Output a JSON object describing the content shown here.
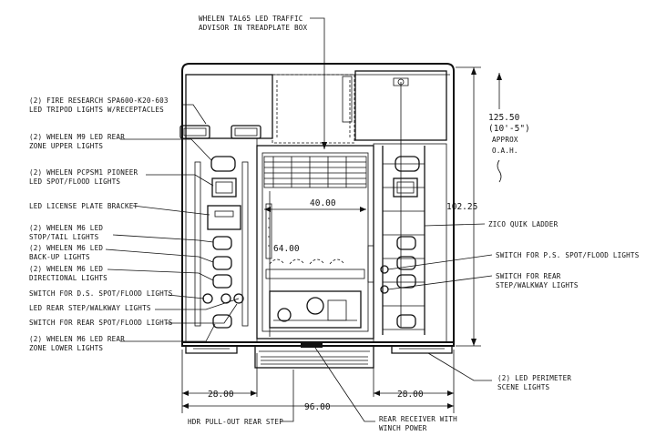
{
  "callouts": {
    "traffic_advisor": [
      "WHELEN TAL65 LED TRAFFIC",
      "ADVISOR IN TREADPLATE BOX"
    ],
    "tripod_lights": [
      "(2) FIRE RESEARCH SPA600-K20-603",
      "LED TRIPOD LIGHTS W/RECEPTACLES"
    ],
    "rear_zone_upper": [
      "(2) WHELEN M9 LED REAR",
      "ZONE UPPER LIGHTS"
    ],
    "pioneer_lights": [
      "(2) WHELEN PCPSM1 PIONEER",
      "LED SPOT/FLOOD LIGHTS"
    ],
    "license_bracket": [
      "LED LICENSE PLATE BRACKET"
    ],
    "stop_tail": [
      "(2) WHELEN M6 LED",
      "STOP/TAIL LIGHTS"
    ],
    "backup": [
      "(2) WHELEN M6 LED",
      "BACK-UP LIGHTS"
    ],
    "directional": [
      "(2) WHELEN M6 LED",
      "DIRECTIONAL LIGHTS"
    ],
    "switch_ds": [
      "SWITCH FOR D.S. SPOT/FLOOD LIGHTS"
    ],
    "rear_step_walkway": [
      "LED REAR STEP/WALKWAY LIGHTS"
    ],
    "switch_rear_spot": [
      "SWITCH FOR REAR SPOT/FLOOD LIGHTS"
    ],
    "rear_zone_lower": [
      "(2) WHELEN M6 LED REAR",
      "ZONE LOWER LIGHTS"
    ],
    "zico_ladder": [
      "ZICO QUIK LADDER"
    ],
    "switch_ps": [
      "SWITCH FOR P.S. SPOT/FLOOD LIGHTS"
    ],
    "switch_rear_step": [
      "SWITCH FOR REAR",
      "STEP/WALKWAY LIGHTS"
    ],
    "perimeter_lights": [
      "(2) LED PERIMETER",
      "SCENE LIGHTS"
    ],
    "pullout_step": [
      "HDR PULL-OUT REAR STEP"
    ],
    "rear_receiver": [
      "REAR RECEIVER WITH",
      "WINCH POWER"
    ]
  },
  "dimensions": {
    "height_in": "125.50",
    "height_ft": "(10'-5\")",
    "height_note": "APPROX",
    "height_abbrev": "O.A.H.",
    "body_height": "102.25",
    "width_40": "40.00",
    "height_64": "64.00",
    "left_28": "28.00",
    "right_28": "28.00",
    "overall_96": "96.00"
  }
}
